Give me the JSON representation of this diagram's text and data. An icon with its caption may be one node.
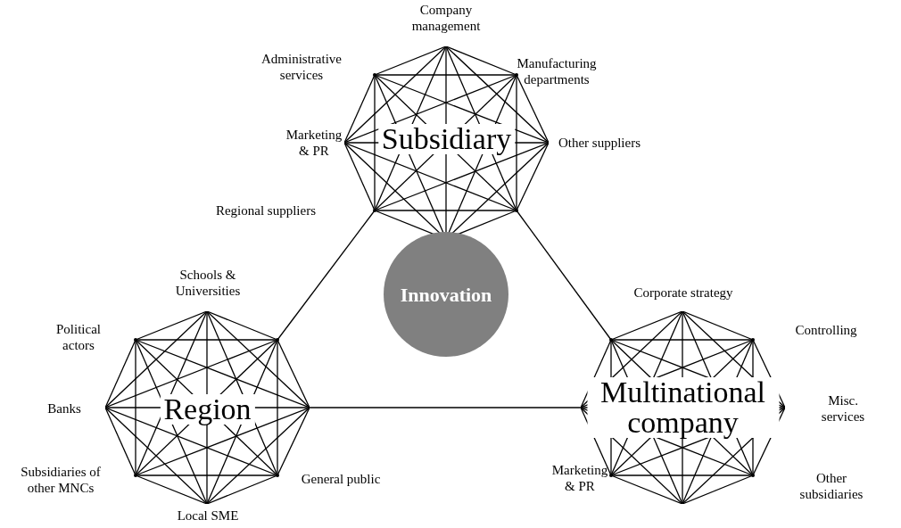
{
  "diagram": {
    "nodes": [
      {
        "text": [
          "Subsidiary"
        ]
      },
      {
        "text": [
          "Region"
        ]
      },
      {
        "text": [
          "Multinational company"
        ]
      },
      {
        "text": [
          "Innovation"
        ]
      }
    ],
    "edges": [
      {
        "from": 0,
        "to": 1,
        "arrow": "none"
      },
      {
        "from": 0,
        "to": 2,
        "arrow": "none"
      },
      {
        "from": 1,
        "to": 2,
        "arrow": "none"
      }
    ],
    "labels": [
      "Company management",
      "Administrative services",
      "Manufacturing departments",
      "Marketing & PR",
      "Other suppliers",
      "Regional suppliers",
      "Schools & Universities",
      "Corporate strategy",
      "Political actors",
      "Controlling",
      "Banks",
      "Misc. services",
      "Subsidiaries of other MNCs",
      "General public",
      "Marketing & PR",
      "Other subsidiaries",
      "Local SME"
    ]
  }
}
